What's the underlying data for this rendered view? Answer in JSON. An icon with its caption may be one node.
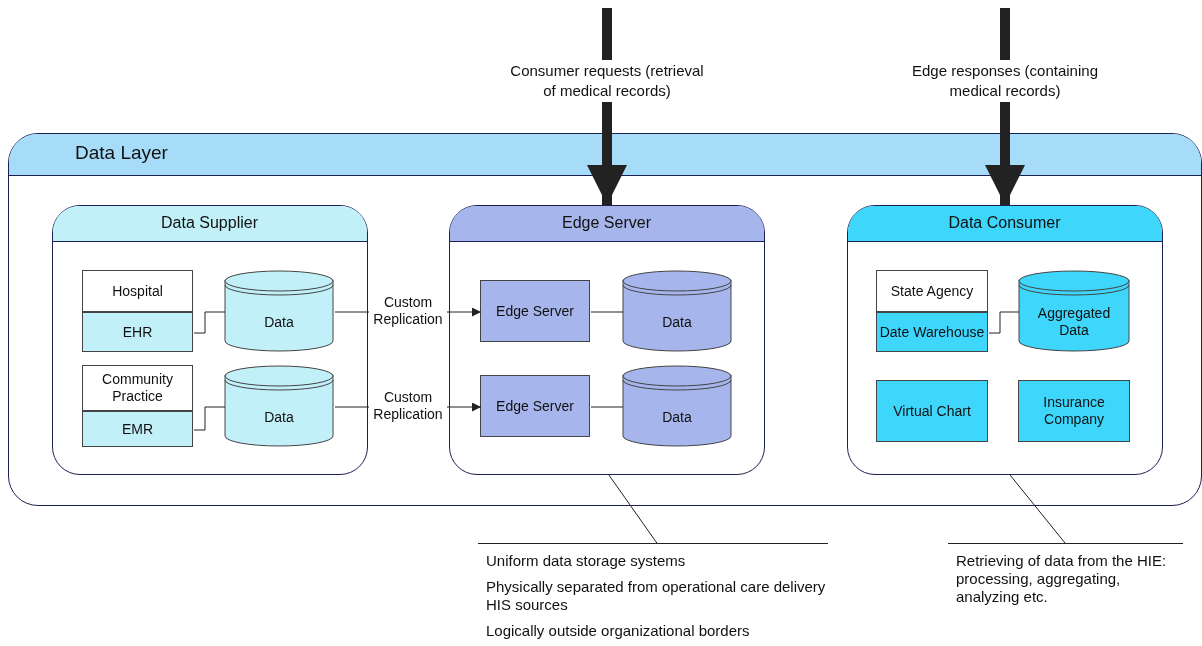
{
  "diagram": {
    "nodes": [
      {
        "text": [
          "Data Layer"
        ]
      },
      {
        "text": [
          "Data Supplier"
        ],
        "in": 0
      },
      {
        "text": [
          "Hospital"
        ],
        "in": 1
      },
      {
        "text": [
          "EHR"
        ],
        "in": 1
      },
      {
        "text": [
          "Data"
        ],
        "in": 1
      },
      {
        "text": [
          "Community Practice"
        ],
        "in": 1
      },
      {
        "text": [
          "EMR"
        ],
        "in": 1
      },
      {
        "text": [
          "Data"
        ],
        "in": 1
      },
      {
        "text": [
          "Edge Server"
        ],
        "in": 0
      },
      {
        "text": [
          "Edge Server"
        ],
        "in": 8
      },
      {
        "text": [
          "Data"
        ],
        "in": 8
      },
      {
        "text": [
          "Edge Server"
        ],
        "in": 8
      },
      {
        "text": [
          "Data"
        ],
        "in": 8
      },
      {
        "text": [
          "Data Consumer"
        ],
        "in": 0
      },
      {
        "text": [
          "State Agency"
        ],
        "in": 13
      },
      {
        "text": [
          "Date Warehouse"
        ],
        "in": 13
      },
      {
        "text": [
          "Aggregated Data"
        ],
        "in": 13
      },
      {
        "text": [
          "Virtual Chart"
        ],
        "in": 13
      },
      {
        "text": [
          "Insurance Company"
        ],
        "in": 13
      },
      {
        "text": [
          "Uniform data storage systems",
          "Physically separated from operational care delivery HIS sources",
          "Logically outside organizational borders"
        ]
      },
      {
        "text": [
          "Retrieving of data from the HIE: processing, aggregating, analyzing etc."
        ]
      }
    ],
    "edges": [
      {
        "from": null,
        "to": 8,
        "arrow": "to",
        "label": "Consumer requests (retrieval of medical records)",
        "style": "thick"
      },
      {
        "from": null,
        "to": 13,
        "arrow": "to",
        "label": "Edge responses (containing medical records)",
        "style": "thick"
      },
      {
        "from": 3,
        "to": 4,
        "arrow": "none"
      },
      {
        "from": 6,
        "to": 7,
        "arrow": "none"
      },
      {
        "from": 4,
        "to": 9,
        "arrow": "to",
        "label": "Custom Replication"
      },
      {
        "from": 7,
        "to": 11,
        "arrow": "to",
        "label": "Custom Replication"
      },
      {
        "from": 9,
        "to": 10,
        "arrow": "none"
      },
      {
        "from": 11,
        "to": 12,
        "arrow": "none"
      },
      {
        "from": 15,
        "to": 16,
        "arrow": "none"
      },
      {
        "from": 19,
        "to": 8,
        "arrow": "none"
      },
      {
        "from": 20,
        "to": 13,
        "arrow": "none"
      }
    ]
  }
}
